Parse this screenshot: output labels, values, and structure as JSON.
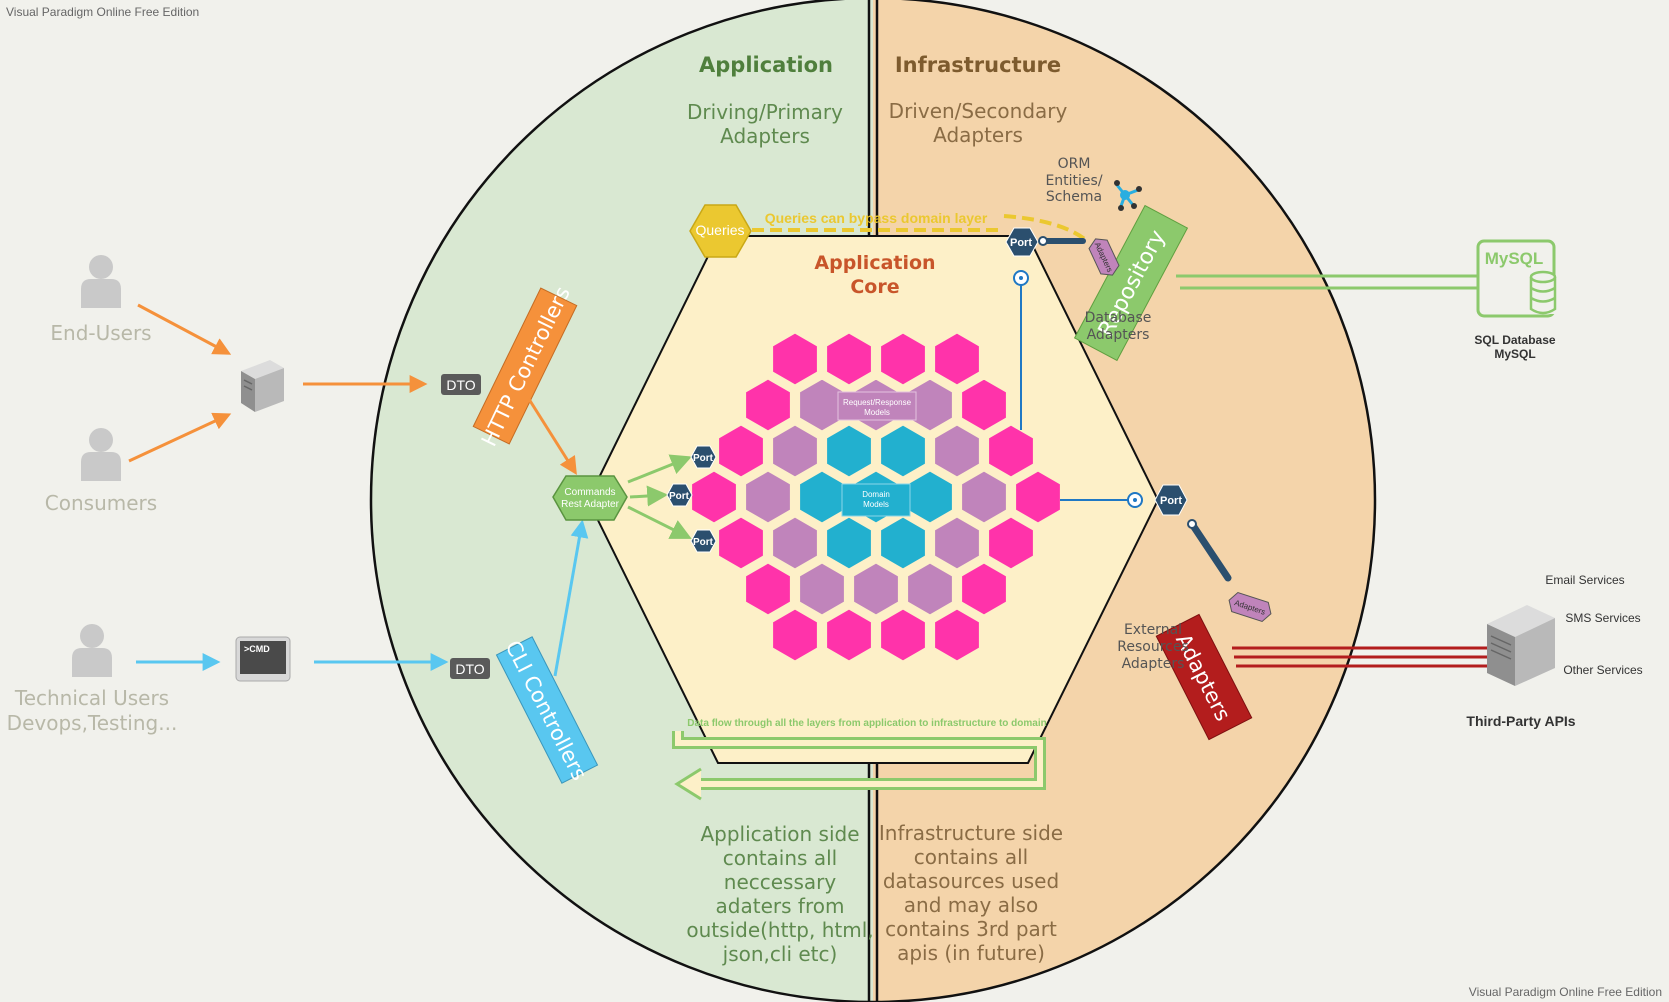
{
  "watermark": "Visual Paradigm Online Free Edition",
  "application": {
    "title": "Application",
    "subtitle_line1": "Driving/Primary",
    "subtitle_line2": "Adapters",
    "note": [
      "Application side",
      "contains all",
      "neccessary",
      "adaters from",
      "outside(http, html,",
      "json,cli etc)"
    ]
  },
  "infrastructure": {
    "title": "Infrastructure",
    "subtitle_line1": "Driven/Secondary",
    "subtitle_line2": "Adapters",
    "note": [
      "Infrastructure side",
      "contains all",
      "datasources used",
      "and may also",
      "contains 3rd part",
      "apis (in future)"
    ]
  },
  "core": {
    "line1": "Application",
    "line2": "Core"
  },
  "actors": {
    "end_users": "End-Users",
    "consumers": "Consumers",
    "technical_line1": "Technical Users",
    "technical_line2": "Devops,Testing..."
  },
  "cmd_label": ">CMD",
  "dto_label": "DTO",
  "http_controllers": "HTTP Controllers",
  "cli_controllers": "CLI Controllers",
  "commands_adapter_line1": "Commands",
  "commands_adapter_line2": "Rest Adapter",
  "port_label": "Port",
  "queries": "Queries",
  "bypass_note": "Queries can bypass domain layer",
  "request_response_line1": "Request/Response",
  "request_response_line2": "Models",
  "domain_models_line1": "Domain",
  "domain_models_line2": "Models",
  "orm": {
    "line1": "ORM",
    "line2": "Entities/",
    "line3": "Schema"
  },
  "repository": "Repository",
  "adapters_small": "Adapters",
  "database_adapters_line1": "Database",
  "database_adapters_line2": "Adapters",
  "mysql_logo": "MySQL",
  "sql_database_line1": "SQL Database",
  "sql_database_line2": "MySQL",
  "external": {
    "line1": "External",
    "line2": "Resources",
    "line3": "Adapters"
  },
  "adapters_big": "Adapters",
  "email_services": "Email Services",
  "sms_services": "SMS Services",
  "other_services": "Other Services",
  "third_party_apis": "Third-Party APIs",
  "data_flow_note": "Data flow through all the layers from application to infrastructure to domain",
  "colors": {
    "application_bg": "#d9e8d2",
    "infrastructure_bg": "#f4d4aa",
    "core_bg": "#fdf0c8",
    "pink": "#ff33aa",
    "purple": "#c084bb",
    "cyan": "#22b0cf",
    "port": "#2b4f6e",
    "orange": "#f5913b",
    "blue": "#59c7f0",
    "green": "#8cc96c",
    "red": "#b31d1d",
    "yellow": "#ebc830"
  }
}
